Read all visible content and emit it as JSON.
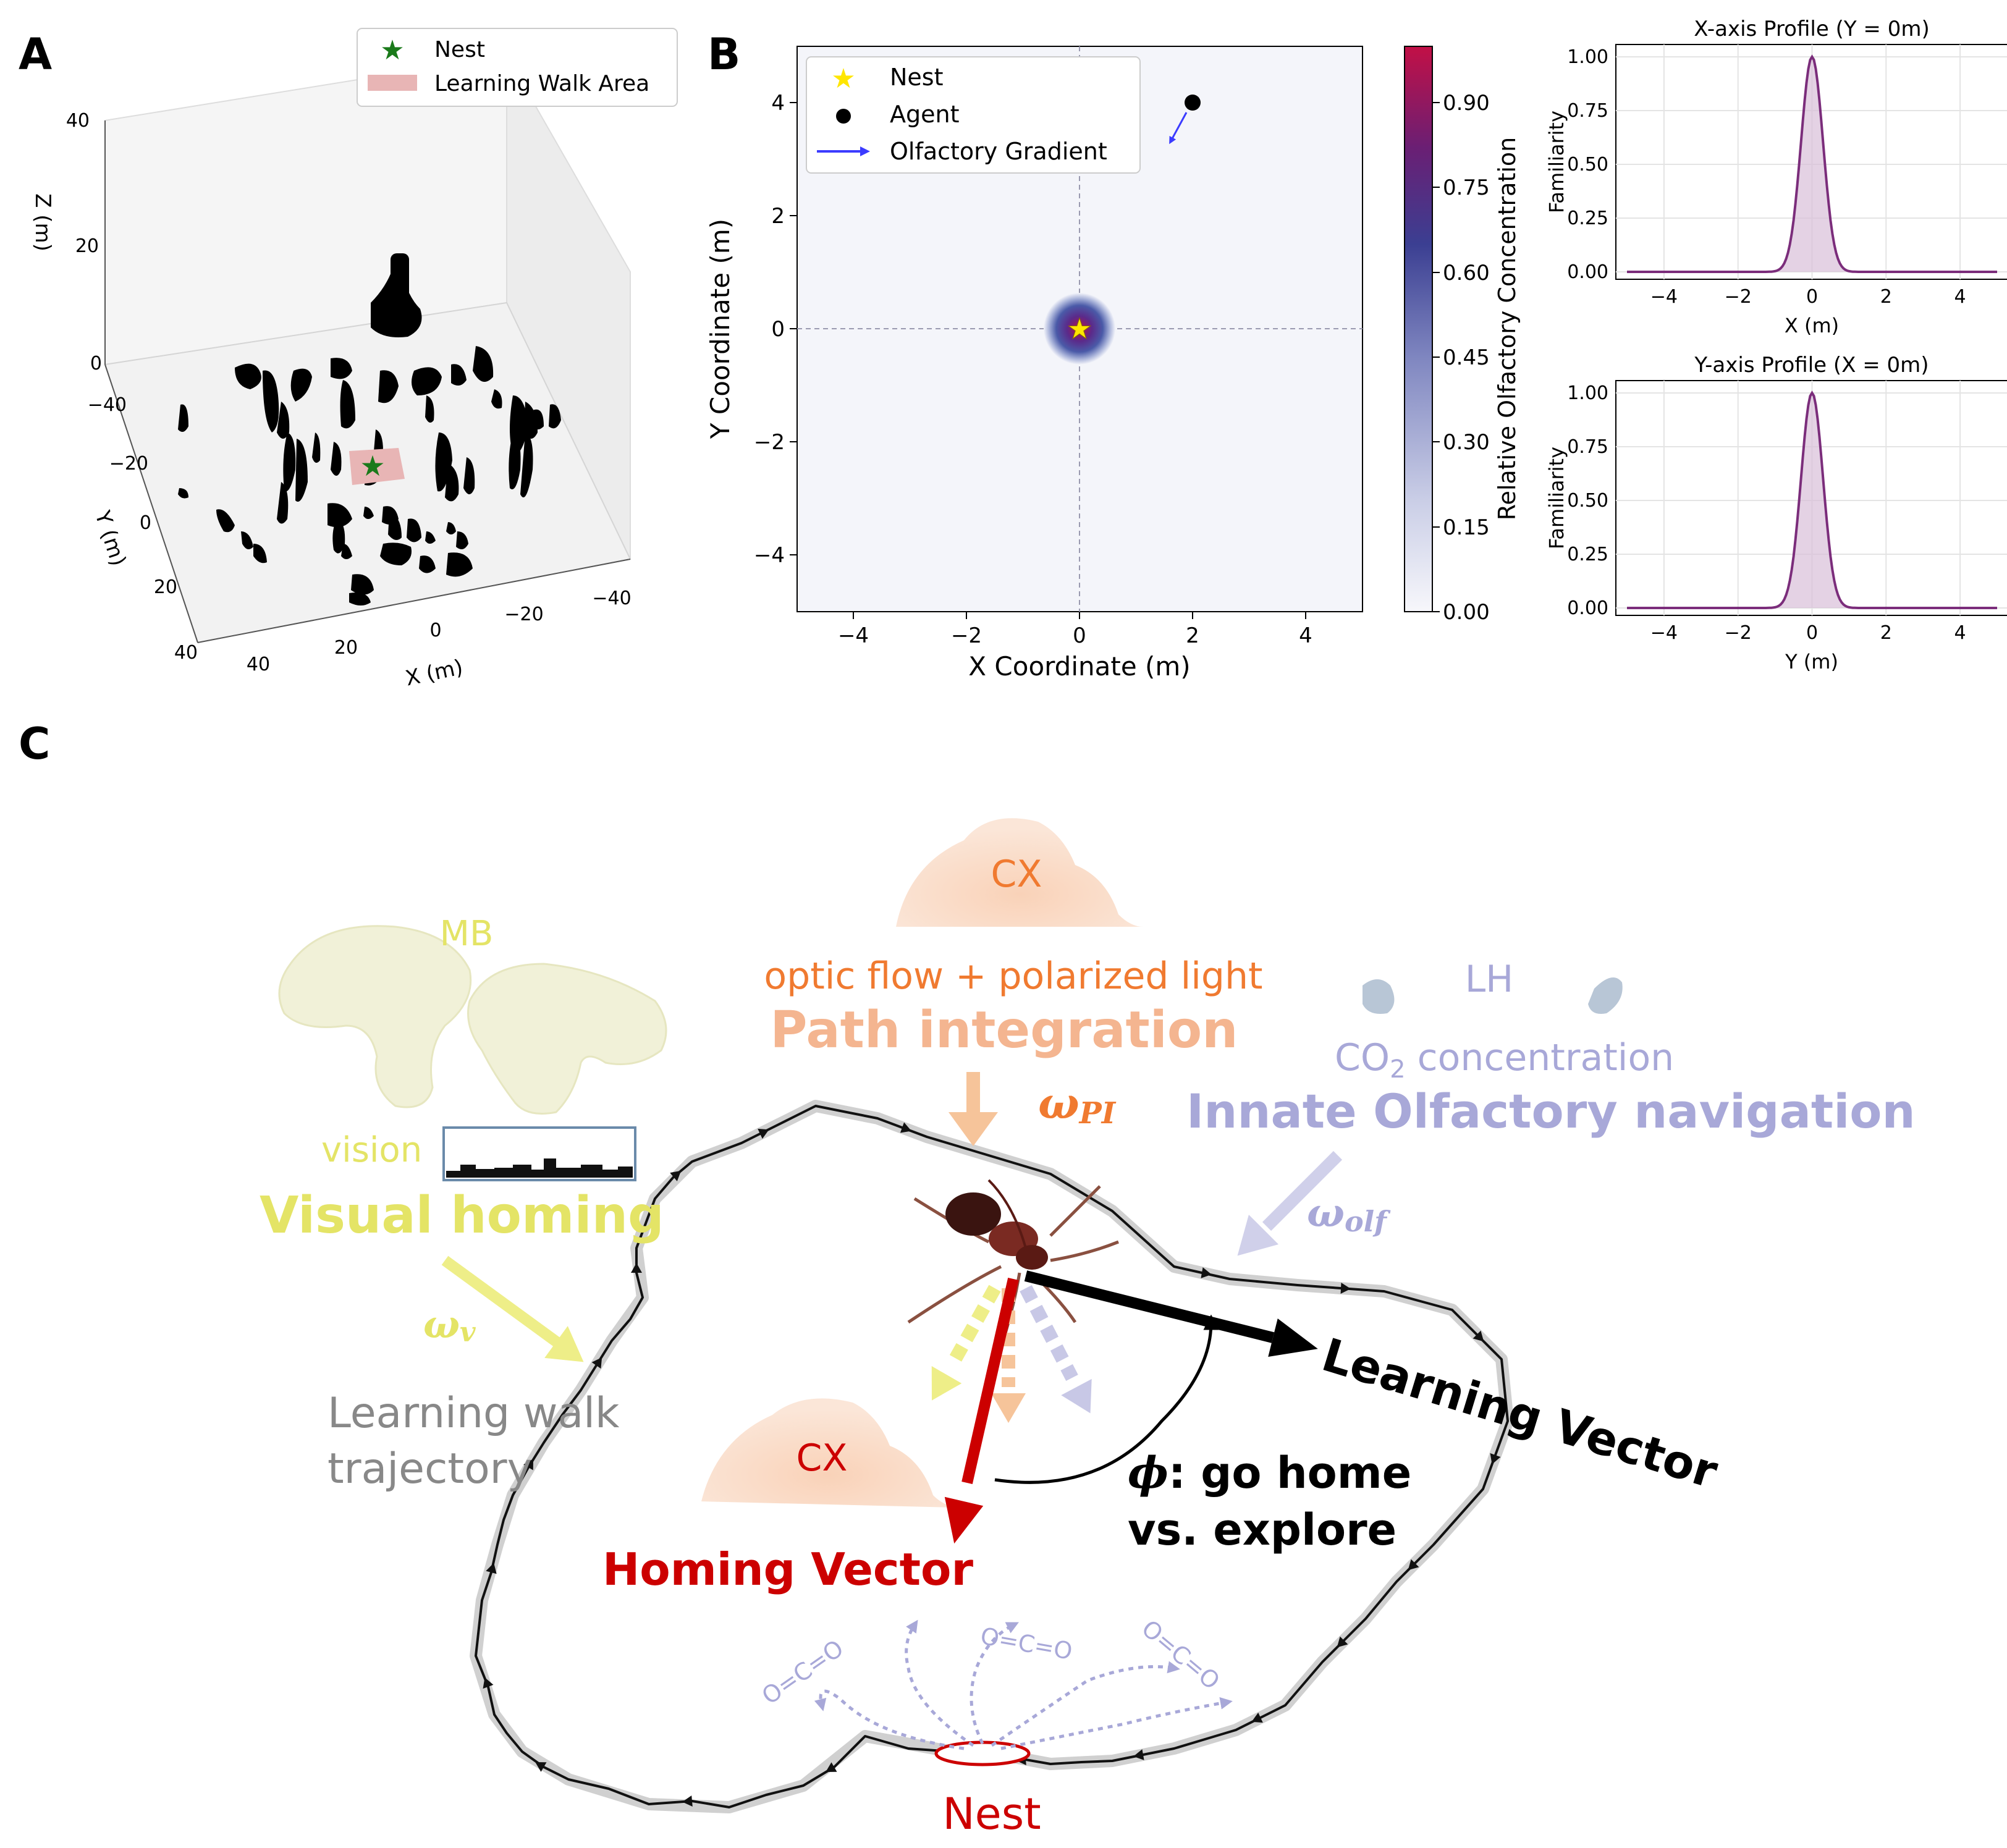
{
  "panels": {
    "a": "A",
    "b": "B",
    "c": "C"
  },
  "panel_a": {
    "legend": [
      "Nest",
      "Learning Walk Area"
    ],
    "zlabel": "Z (m)",
    "ylabel": "Y (m)",
    "xlabel": "X (m)",
    "zticks": [
      "40",
      "20",
      "0"
    ],
    "yticks": [
      "−40",
      "−20",
      "0",
      "20",
      "40"
    ],
    "xticks": [
      "40",
      "20",
      "0",
      "−20",
      "−40"
    ],
    "colors": {
      "nest": "#1a7a1a",
      "walk_area": "#e8a8a8",
      "vegetation": "#000000"
    }
  },
  "panel_b": {
    "legend": [
      "Nest",
      "Agent",
      "Olfactory Gradient"
    ],
    "xlabel": "X Coordinate (m)",
    "ylabel": "Y Coordinate (m)",
    "colorbar_label": "Relative Olfactory Concentration",
    "colorbar_ticks": [
      "0.90",
      "0.75",
      "0.60",
      "0.45",
      "0.30",
      "0.15",
      "0.00"
    ],
    "colors": {
      "nest": "#ffe600",
      "agent": "#000000",
      "gradient_arrow": "#3b3bff"
    }
  },
  "chart_data": [
    {
      "type": "heatmap",
      "title": "",
      "xlabel": "X Coordinate (m)",
      "ylabel": "Y Coordinate (m)",
      "xlim": [
        -5,
        5
      ],
      "ylim": [
        -5,
        5
      ],
      "xticks": [
        -4,
        -2,
        0,
        2,
        4
      ],
      "yticks": [
        -4,
        -2,
        0,
        2,
        4
      ],
      "colorbar_range": [
        0,
        1
      ],
      "colorbar_ticks": [
        0.0,
        0.15,
        0.3,
        0.45,
        0.6,
        0.75,
        0.9
      ],
      "nest": [
        0,
        0
      ],
      "agent": [
        2,
        4
      ],
      "gradient_direction": [
        -0.4,
        -0.8
      ],
      "legend_placement": "top-left"
    },
    {
      "type": "area",
      "title": "X-axis Profile (Y = 0m)",
      "xlabel": "X (m)",
      "ylabel": "Familiarity",
      "xlim": [
        -5,
        5
      ],
      "ylim": [
        0,
        1
      ],
      "xticks": [
        -4,
        -2,
        0,
        2,
        4
      ],
      "yticks": [
        0.0,
        0.25,
        0.5,
        0.75,
        1.0
      ],
      "series": [
        {
          "x": [
            -5,
            -1,
            -0.75,
            -0.5,
            -0.25,
            0,
            0.25,
            0.5,
            0.75,
            1,
            5
          ],
          "values": [
            0,
            0.003,
            0.03,
            0.2,
            0.66,
            1,
            0.66,
            0.2,
            0.03,
            0.003,
            0
          ]
        }
      ],
      "grid": true
    },
    {
      "type": "area",
      "title": "Y-axis Profile (X = 0m)",
      "xlabel": "Y (m)",
      "ylabel": "Familiarity",
      "xlim": [
        -5,
        5
      ],
      "ylim": [
        0,
        1
      ],
      "xticks": [
        -4,
        -2,
        0,
        2,
        4
      ],
      "yticks": [
        0.0,
        0.25,
        0.5,
        0.75,
        1.0
      ],
      "series": [
        {
          "x": [
            -5,
            -1,
            -0.75,
            -0.5,
            -0.25,
            0,
            0.25,
            0.5,
            0.75,
            1,
            5
          ],
          "values": [
            0,
            0.003,
            0.03,
            0.2,
            0.66,
            1,
            0.66,
            0.2,
            0.03,
            0.003,
            0
          ]
        }
      ],
      "grid": true
    }
  ],
  "panel_c": {
    "cx_top": "CX",
    "cx_bottom": "CX",
    "mb": "MB",
    "lh": "LH",
    "optic_flow": "optic flow  + polarized light",
    "path_integration": "Path integration",
    "omega_pi": "ω",
    "omega_pi_sub": "PI",
    "co2": "CO",
    "co2_sub": "2",
    "co2_rest": " concentration",
    "innate": "Innate Olfactory navigation",
    "omega_olf": "ω",
    "omega_olf_sub": "olf",
    "vision": "vision",
    "visual_homing": "Visual homing",
    "omega_v": "ω",
    "omega_v_sub": "v",
    "learning_walk_1": "Learning walk",
    "learning_walk_2": "trajectory",
    "learning_vector": "Learning Vector",
    "phi": "ϕ",
    "phi_text_1": ": go home",
    "phi_text_2": "vs. explore",
    "homing_vector": "Homing Vector",
    "nest": "Nest",
    "molecule": "O=C=O",
    "colors": {
      "cx": "#f0a070",
      "mb": "#e0e080",
      "lh": "#a8a8d8",
      "homing": "#cc0000",
      "learning": "#000000",
      "path": "#f4b590",
      "visual": "#e4e466",
      "trajectory_label": "#888888"
    }
  }
}
